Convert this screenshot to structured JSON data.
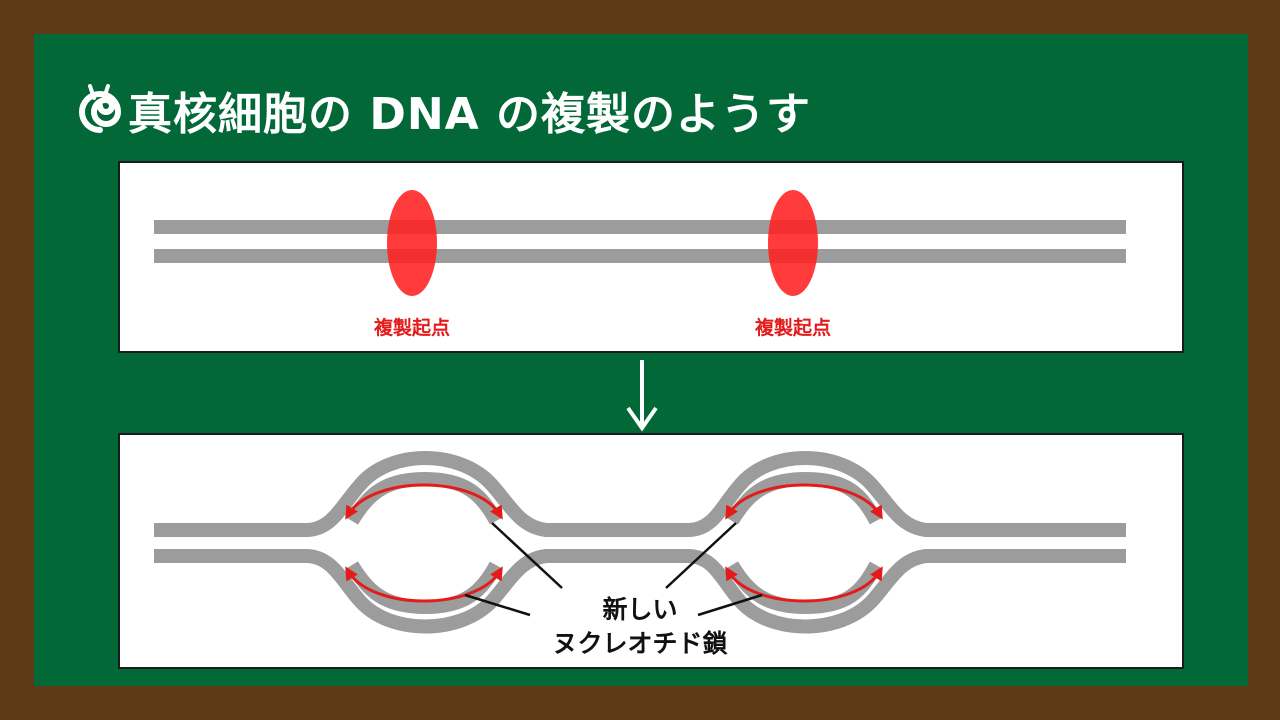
{
  "title": "真核細胞の DNA の複製のようす",
  "icon": "snail-icon",
  "top_panel": {
    "origins": [
      {
        "label": "複製起点"
      },
      {
        "label": "複製起点"
      }
    ]
  },
  "bottom_panel": {
    "label_line1": "新しい",
    "label_line2": "ヌクレオチド鎖"
  },
  "colors": {
    "board": "#026838",
    "frame": "#5e3a17",
    "strand": "#9c9c9c",
    "origin": "#ff3535",
    "new_strand": "#e31b1b",
    "text_white": "#ffffff"
  }
}
